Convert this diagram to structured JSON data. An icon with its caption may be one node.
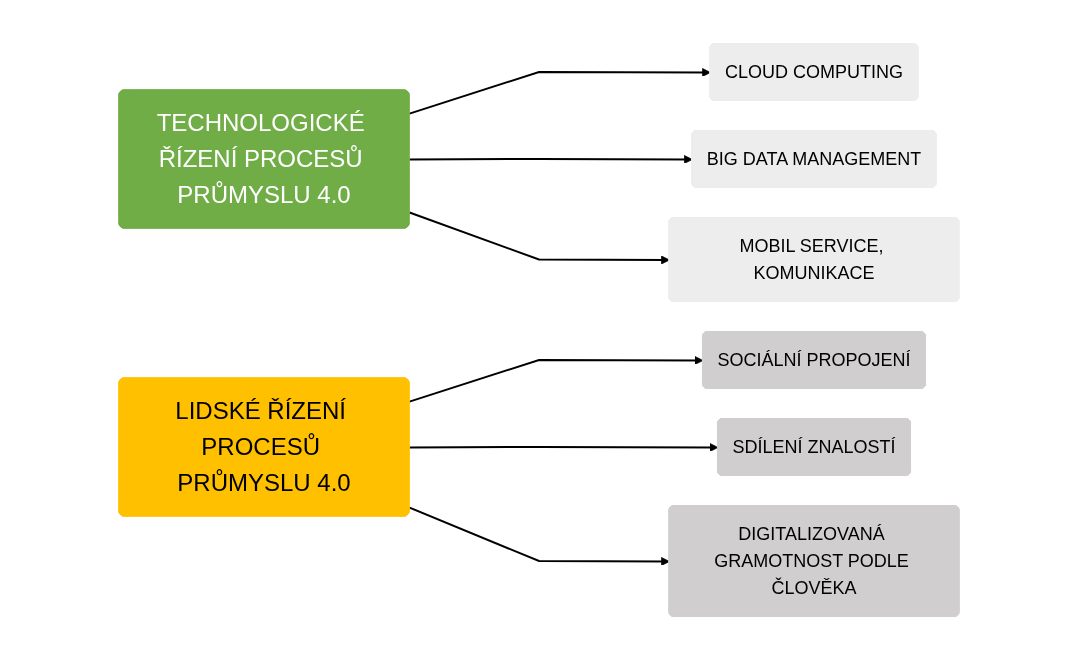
{
  "diagram": {
    "nodes": [
      {
        "text": [
          "TECHNOLOGICKÉ ŘÍZENÍ PROCESŮ PRŮMYSLU 4.0"
        ]
      },
      {
        "text": [
          "CLOUD COMPUTING"
        ]
      },
      {
        "text": [
          "BIG DATA MANAGEMENT"
        ]
      },
      {
        "text": [
          "MOBIL SERVICE, KOMUNIKACE"
        ]
      },
      {
        "text": [
          "LIDSKÉ ŘÍZENÍ PROCESŮ PRŮMYSLU 4.0"
        ]
      },
      {
        "text": [
          "SOCIÁLNÍ PROPOJENÍ"
        ]
      },
      {
        "text": [
          "SDÍLENÍ ZNALOSTÍ"
        ]
      },
      {
        "text": [
          "DIGITALIZOVANÁ GRAMOTNOST PODLE ČLOVĚKA"
        ]
      }
    ],
    "edges": [
      {
        "from": 0,
        "to": 1,
        "arrow": "to"
      },
      {
        "from": 0,
        "to": 2,
        "arrow": "to"
      },
      {
        "from": 0,
        "to": 3,
        "arrow": "to"
      },
      {
        "from": 4,
        "to": 5,
        "arrow": "to"
      },
      {
        "from": 4,
        "to": 6,
        "arrow": "to"
      },
      {
        "from": 4,
        "to": 7,
        "arrow": "to"
      }
    ]
  }
}
